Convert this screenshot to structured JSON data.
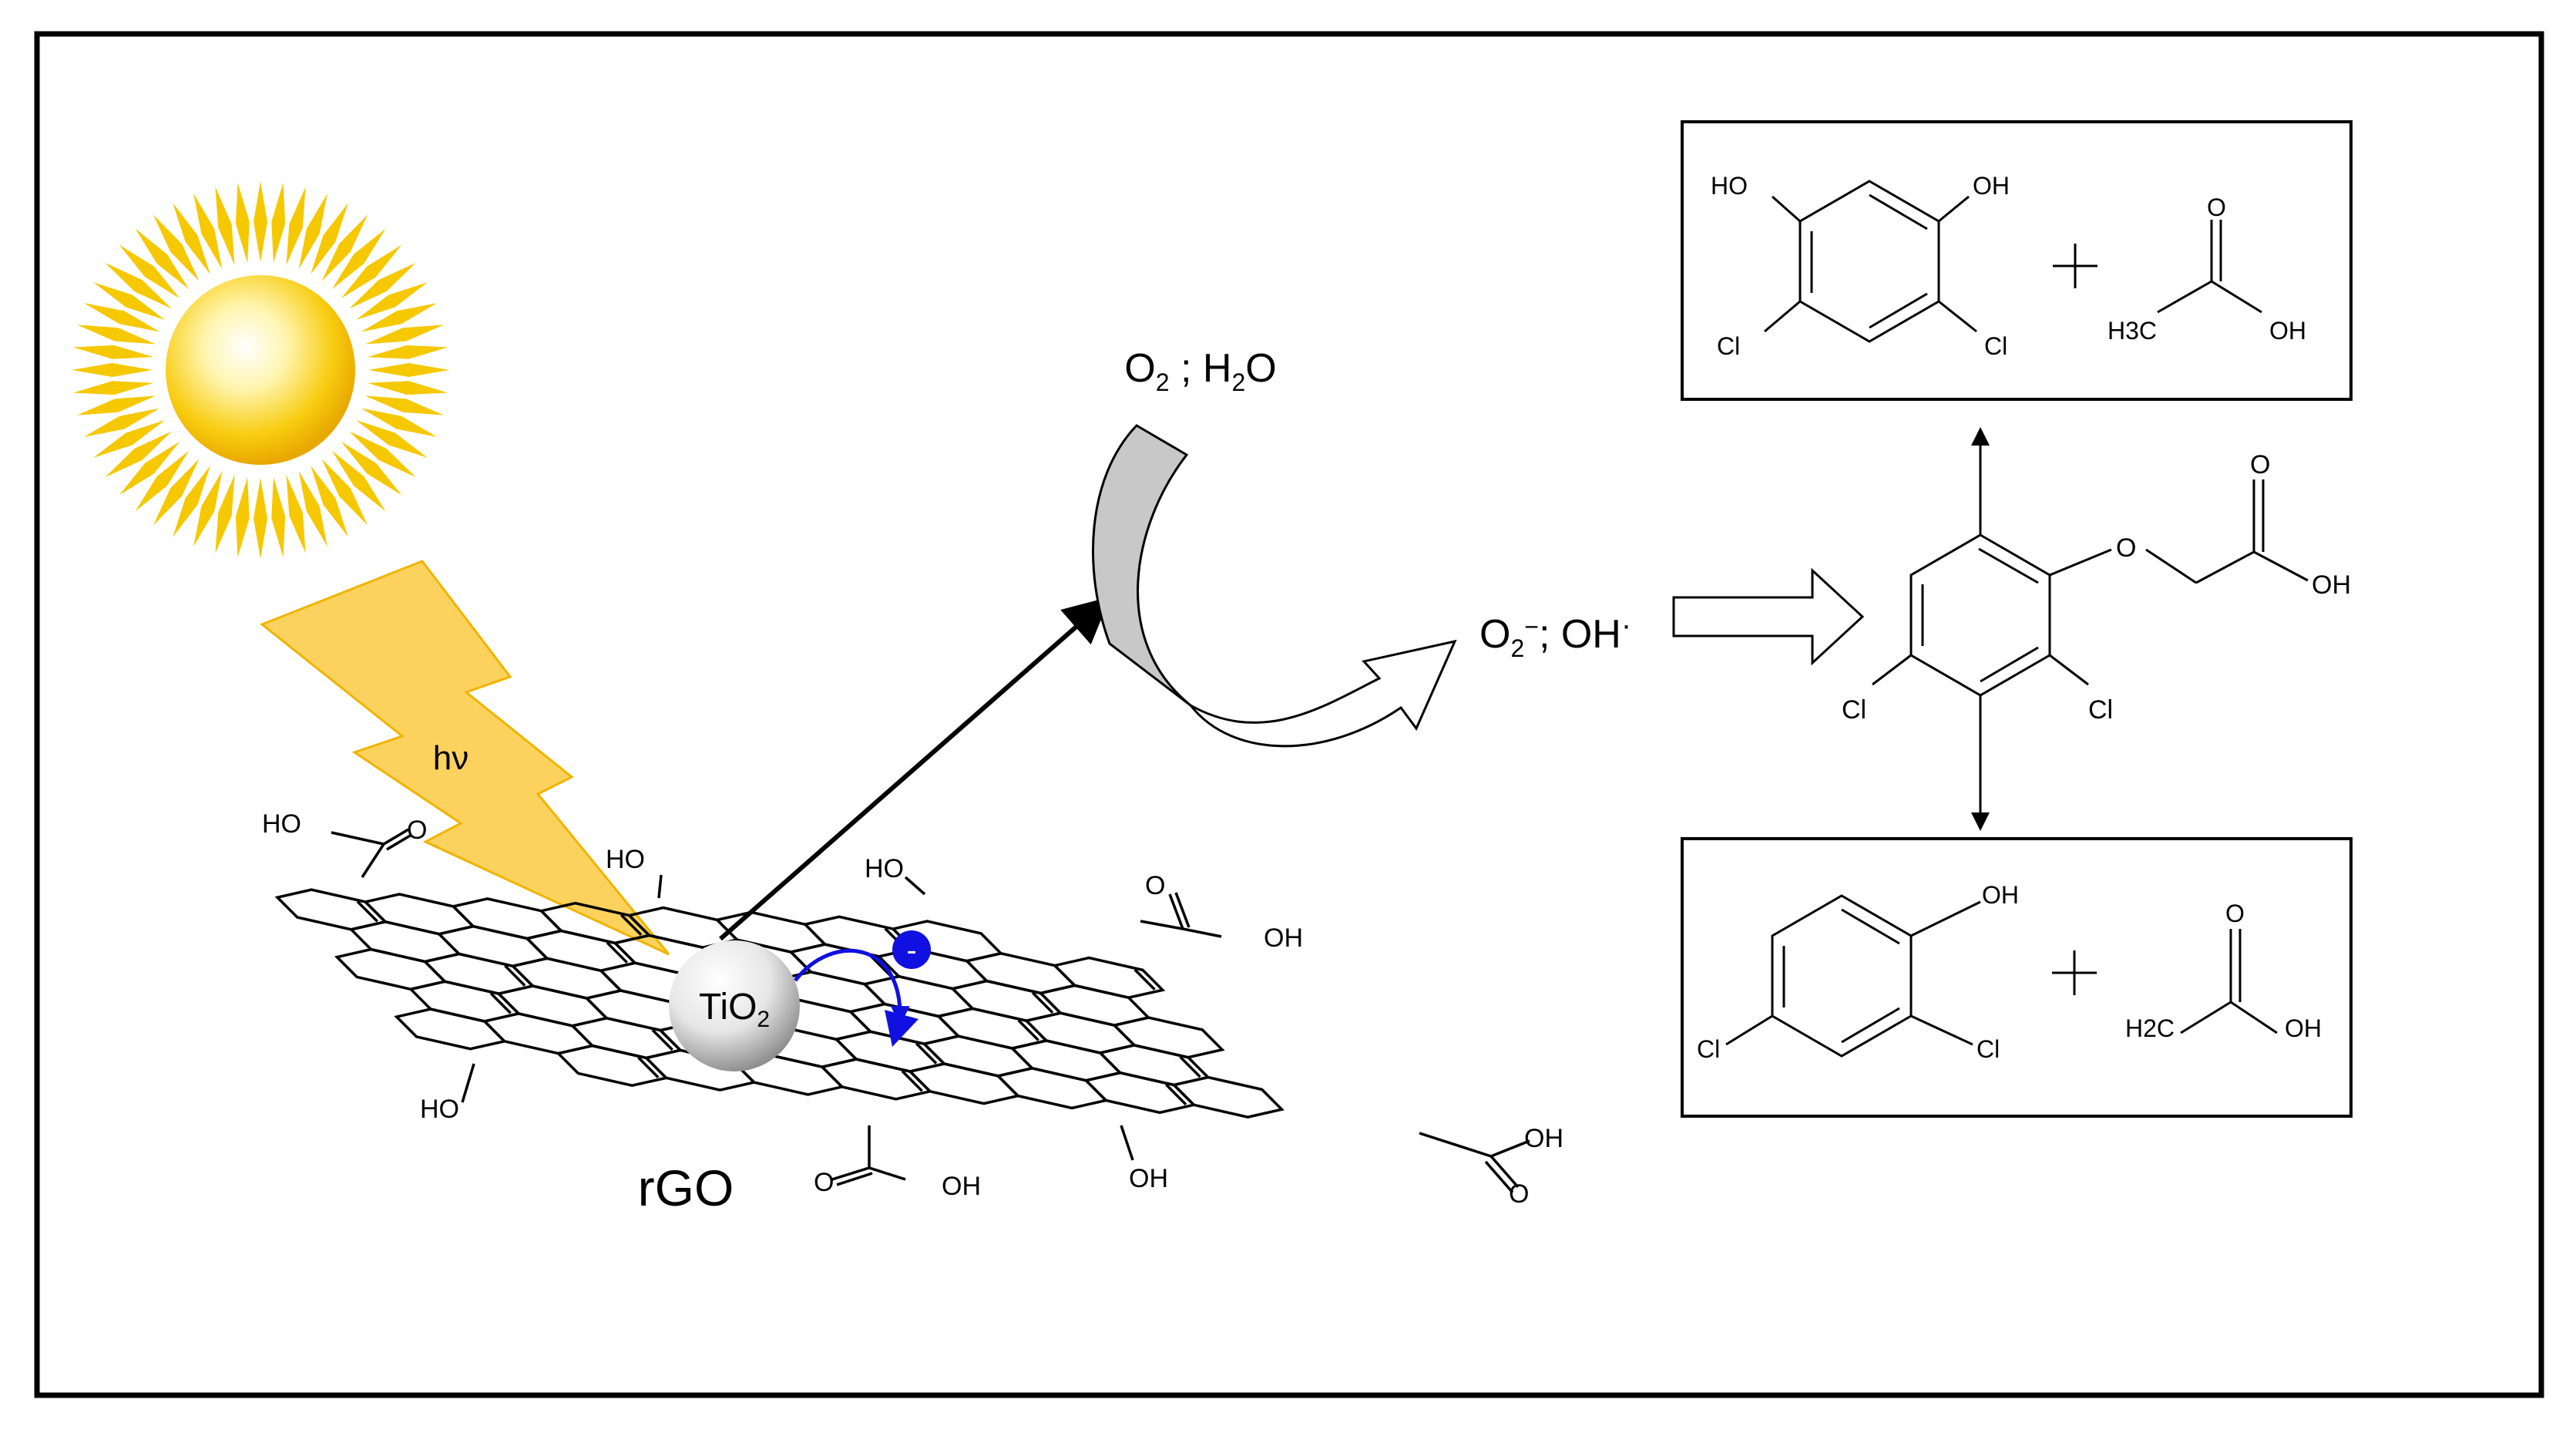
{
  "diagram": {
    "light_label": "hν",
    "catalyst_label": "TiO",
    "catalyst_subscript": "2",
    "electron_label": "-",
    "support_label": "rGO",
    "reactants_label": [
      "O",
      "2",
      " ; H",
      "2",
      "O"
    ],
    "radicals_label": [
      "O",
      "2",
      "−",
      "; OH",
      "·"
    ],
    "graphene_groups": [
      "HO",
      "O",
      "HO",
      "HO",
      "O",
      "OH",
      "HO",
      "O",
      "OH",
      "OH",
      "OH",
      "O"
    ],
    "parent_compound": {
      "atoms": [
        "O",
        "O",
        "OH",
        "Cl",
        "Cl"
      ]
    },
    "product_box_top": {
      "atoms": [
        "HO",
        "OH",
        "Cl",
        "Cl",
        "O",
        "H3C",
        "OH"
      ],
      "plus": "+"
    },
    "product_box_bottom": {
      "atoms": [
        "OH",
        "Cl",
        "Cl",
        "O",
        "H2C",
        "OH"
      ],
      "plus": "+"
    }
  },
  "colors": {
    "sun_core": "#f5c400",
    "sun_ray": "#f6c800",
    "lightning": "#fcd25e",
    "lightning_edge": "#f0b400",
    "electron": "#1010e0",
    "curved_arrow": "#c8c8c8"
  }
}
